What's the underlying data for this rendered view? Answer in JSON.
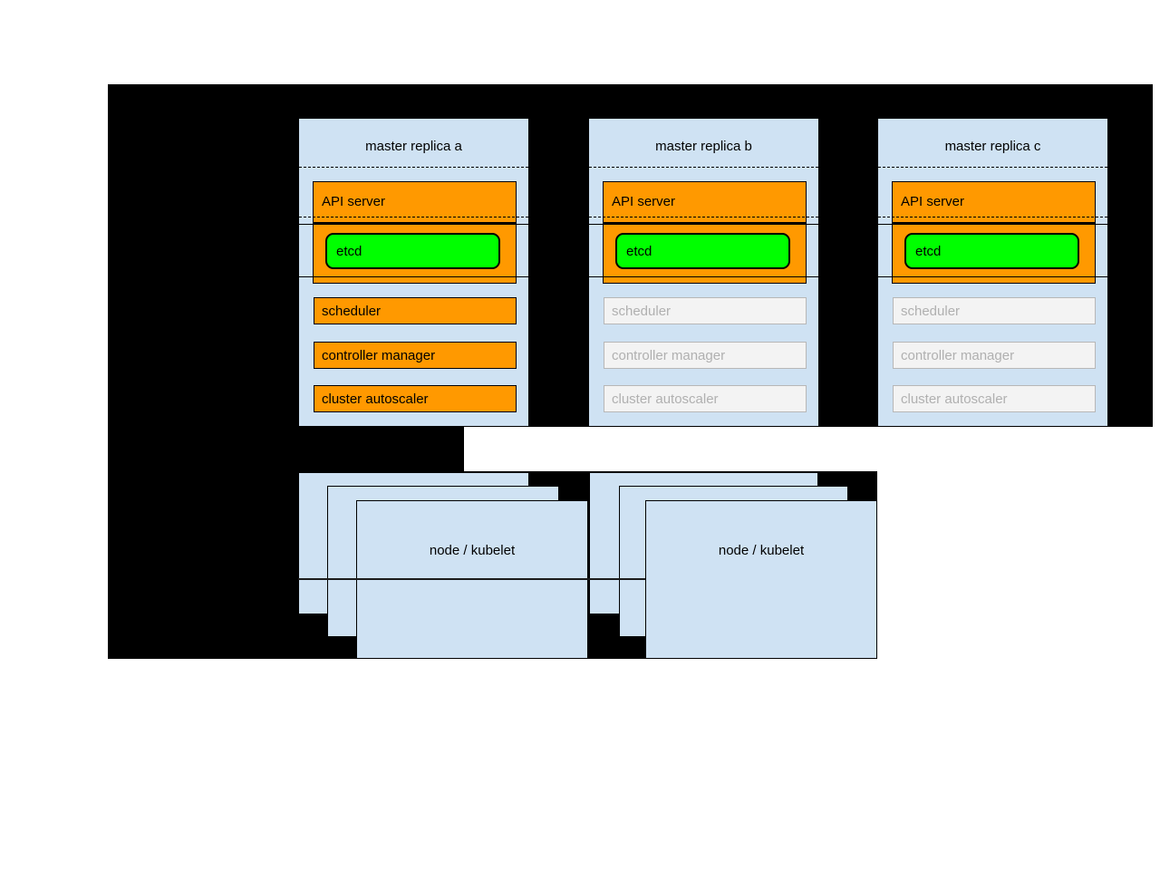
{
  "colors": {
    "canvas-bg": "#ffffff",
    "board": "#000000",
    "blue": "#cfe2f3",
    "orange": "#ff9900",
    "green": "#00ff00",
    "inactive-fill": "#f3f3f3",
    "inactive-border": "#b7b7b7",
    "inactive-text": "#b0b0b0",
    "text": "#000000"
  },
  "masters": [
    {
      "title": "master replica a",
      "api_server_label": "API server",
      "etcd_label": "etcd",
      "components": [
        {
          "label": "scheduler",
          "active": true
        },
        {
          "label": "controller manager",
          "active": true
        },
        {
          "label": "cluster autoscaler",
          "active": true
        }
      ]
    },
    {
      "title": "master replica b",
      "api_server_label": "API server",
      "etcd_label": "etcd",
      "components": [
        {
          "label": "scheduler",
          "active": false
        },
        {
          "label": "controller manager",
          "active": false
        },
        {
          "label": "cluster autoscaler",
          "active": false
        }
      ]
    },
    {
      "title": "master replica c",
      "api_server_label": "API server",
      "etcd_label": "etcd",
      "components": [
        {
          "label": "scheduler",
          "active": false
        },
        {
          "label": "controller manager",
          "active": false
        },
        {
          "label": "cluster autoscaler",
          "active": false
        }
      ]
    }
  ],
  "nodes": [
    {
      "label": "node / kubelet"
    },
    {
      "label": "node / kubelet"
    }
  ]
}
